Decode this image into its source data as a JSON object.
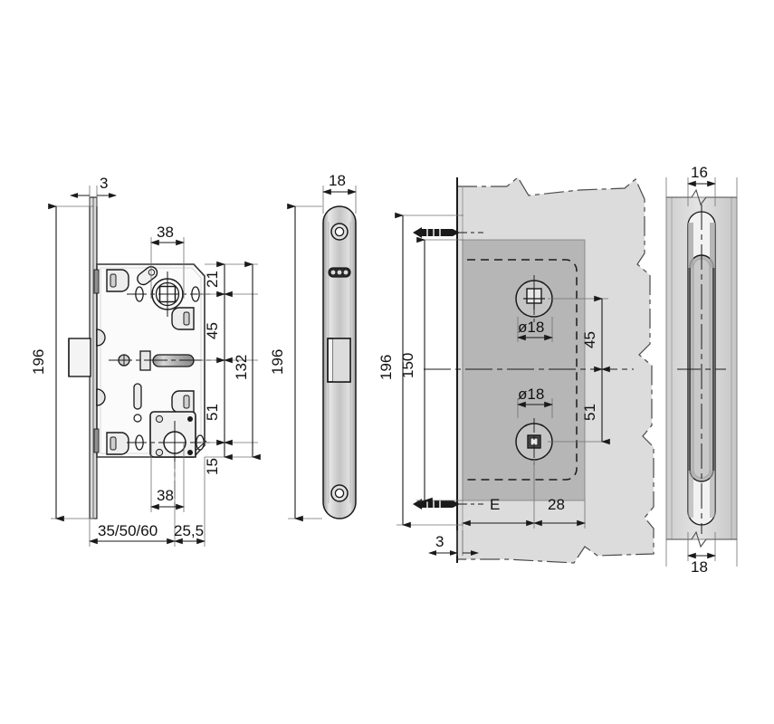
{
  "document": {
    "type": "technical-drawing",
    "subject": "Mortise lock dimensional drawing",
    "units": "mm",
    "background_color": "#ffffff",
    "line_color": "#1a1a1a",
    "fill_light": "#d9d9d9",
    "fill_mid": "#b8b8b8",
    "fill_metal": "#c9c9c9"
  },
  "views": {
    "front": {
      "name": "front-view",
      "dimensions": {
        "faceplate_thickness": "3",
        "overall_height": "196",
        "spindle_pitch_top": "38",
        "spindle_pitch_bottom": "38",
        "top_to_follower": "21",
        "follower_to_center": "45",
        "center_to_cylinder": "51",
        "cylinder_to_bottom": "15",
        "chain_total": "132",
        "backset_options": "35/50/60",
        "case_depth": "25,5"
      }
    },
    "side": {
      "name": "side-view",
      "dimensions": {
        "faceplate_width": "18",
        "overall_height": "196"
      }
    },
    "install": {
      "name": "door-installation-view",
      "dimensions": {
        "overall_height": "196",
        "mortise_height": "150",
        "hole_diameter_top": "ø18",
        "hole_diameter_bottom": "ø18",
        "center_to_top_hole": "45",
        "center_to_bottom_hole": "51",
        "backset_label": "E",
        "edge_offset": "28",
        "faceplate_thickness": "3"
      }
    },
    "edge": {
      "name": "edge-section-view",
      "dimensions": {
        "pocket_width": "16",
        "faceplate_width": "18"
      }
    }
  },
  "labels": {
    "d3_top": "3",
    "d38_top": "38",
    "d196_left": "196",
    "d21": "21",
    "d45": "45",
    "d132": "132",
    "d51": "51",
    "d15": "15",
    "d38_bottom": "38",
    "d_backsets": "35/50/60",
    "d_25_5": "25,5",
    "d18_side": "18",
    "d196_side": "196",
    "d196_install": "196",
    "d150_install": "150",
    "d18_hole_top": "ø18",
    "d18_hole_bottom": "ø18",
    "d45_install": "45",
    "d51_install": "51",
    "d_E": "E",
    "d28": "28",
    "d3_install": "3",
    "d16_edge": "16",
    "d18_edge": "18"
  },
  "icons": {
    "screw_top": "screw-icon",
    "screw_bottom": "screw-icon",
    "cylinder_keyhole": "keyhole-icon",
    "square_spindle": "square-spindle-icon"
  }
}
